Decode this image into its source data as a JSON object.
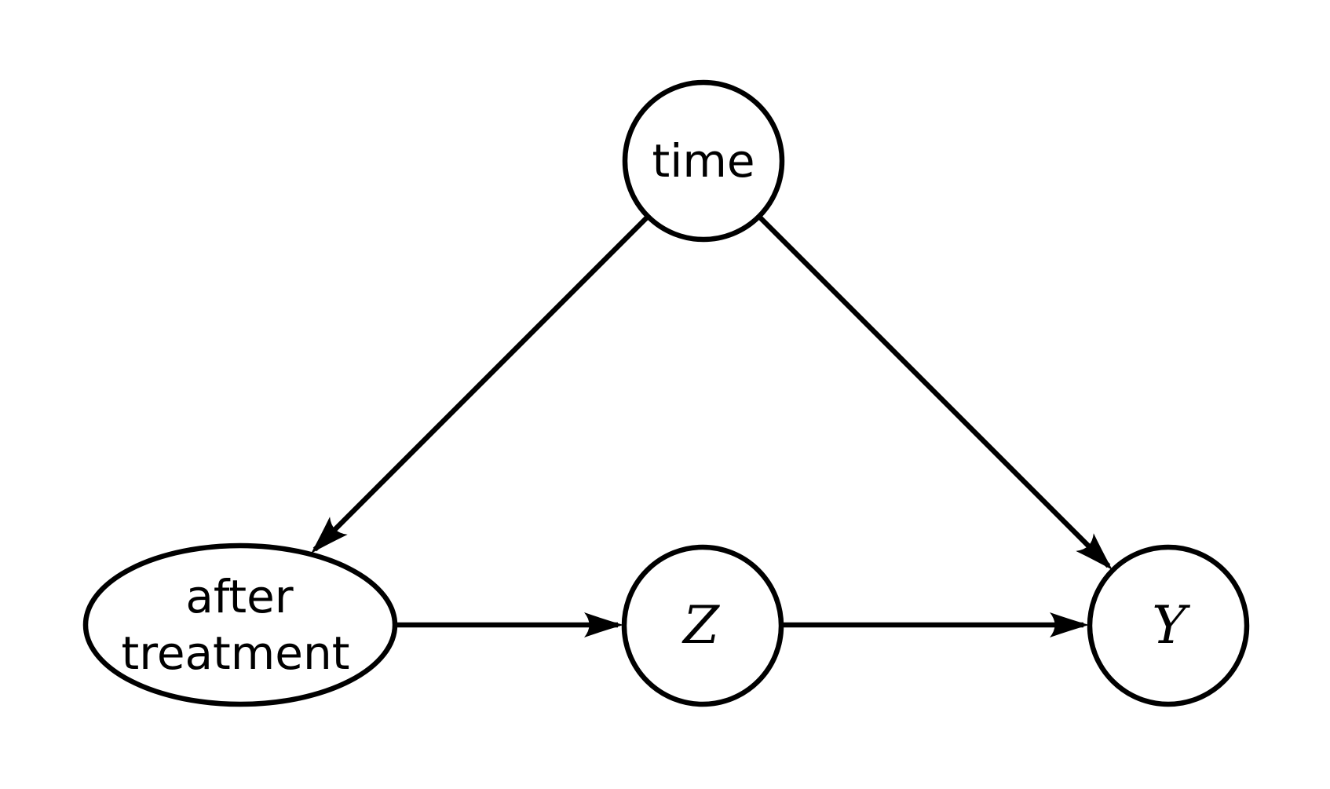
{
  "diagram": {
    "type": "causal-dag",
    "background_color": "#ffffff",
    "stroke_color": "#000000",
    "nodes": [
      {
        "id": "time",
        "label": "time",
        "shape": "circle"
      },
      {
        "id": "after-treatment",
        "label": "after treatment",
        "label_lines": [
          "after",
          "treatment"
        ],
        "shape": "ellipse"
      },
      {
        "id": "z",
        "label": "Z",
        "shape": "circle"
      },
      {
        "id": "y",
        "label": "Y",
        "shape": "circle"
      }
    ],
    "edges": [
      {
        "from": "time",
        "to": "after-treatment",
        "directed": true
      },
      {
        "from": "time",
        "to": "y",
        "directed": true
      },
      {
        "from": "after-treatment",
        "to": "z",
        "directed": true
      },
      {
        "from": "z",
        "to": "y",
        "directed": true
      }
    ]
  }
}
